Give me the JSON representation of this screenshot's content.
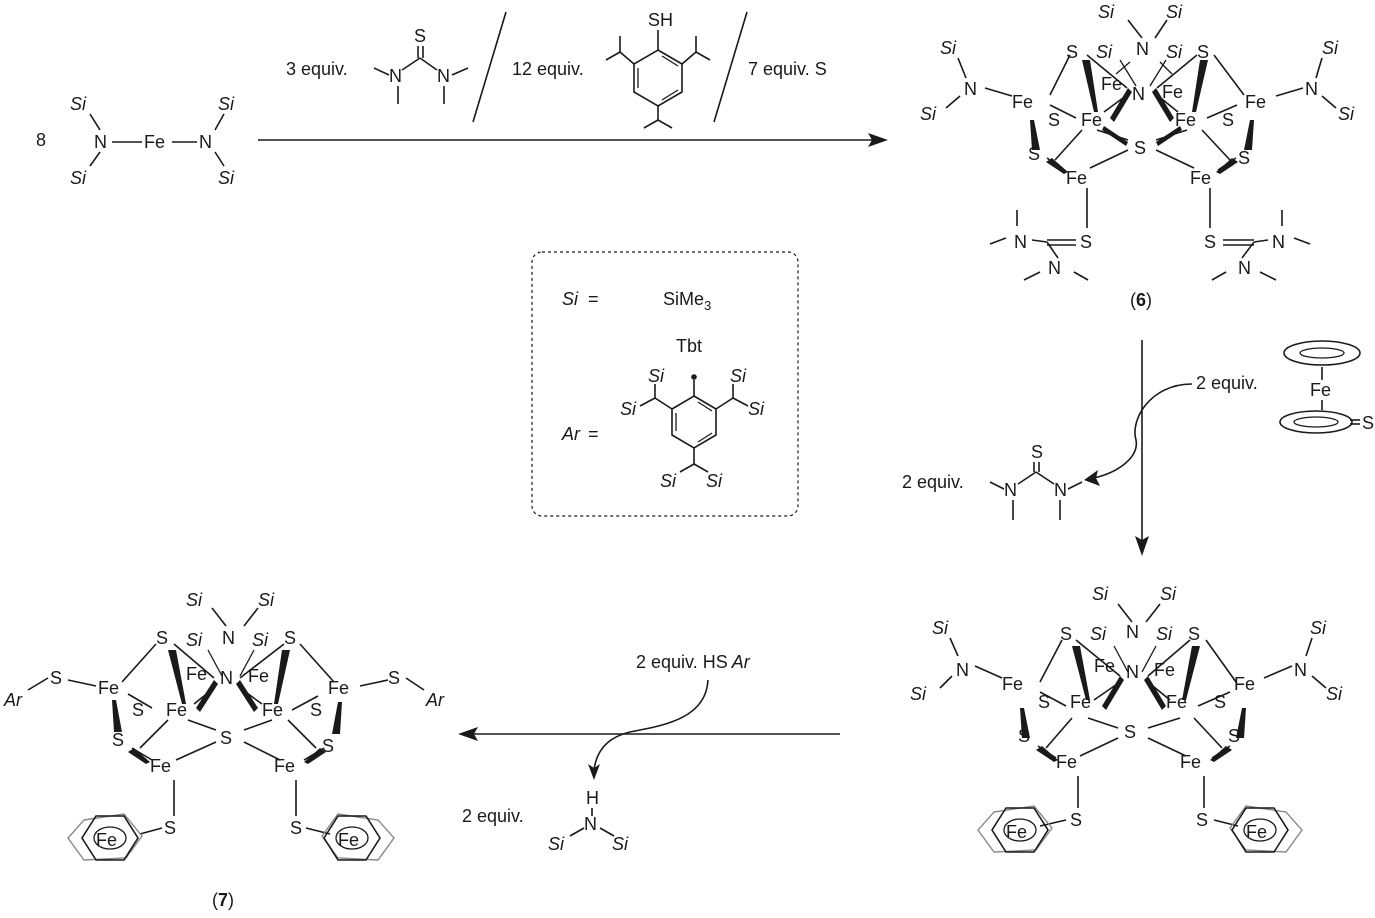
{
  "start": {
    "coefficient": "8",
    "si": "Si",
    "n": "N",
    "fe": "Fe"
  },
  "step1": {
    "reagent1": "3 equiv.",
    "reagent2": "12 equiv.",
    "reagent3": "7 equiv. S"
  },
  "atoms": {
    "fe": "Fe",
    "s": "S",
    "n": "N",
    "si": "Si",
    "sh": "SH",
    "h": "H"
  },
  "compound6": {
    "label_open": "(",
    "label_num": "6",
    "label_close": ")"
  },
  "compound7": {
    "label_open": "(",
    "label_num": "7",
    "label_close": ")"
  },
  "legend": {
    "si_lhs": "Si",
    "equals": "=",
    "si_rhs": "SiMe",
    "si_rhs_sub": "3",
    "ar_lhs": "Ar",
    "tbt": "Tbt"
  },
  "step2": {
    "reagent": "2 equiv.",
    "byproduct": "2 equiv."
  },
  "step3": {
    "reagent_prefix": "2 equiv. HS",
    "reagent_ar": "Ar",
    "byproduct": "2 equiv."
  },
  "icons": [
    "ferrocene-icon",
    "thiourea-structure",
    "aryl-thiol-structure"
  ]
}
